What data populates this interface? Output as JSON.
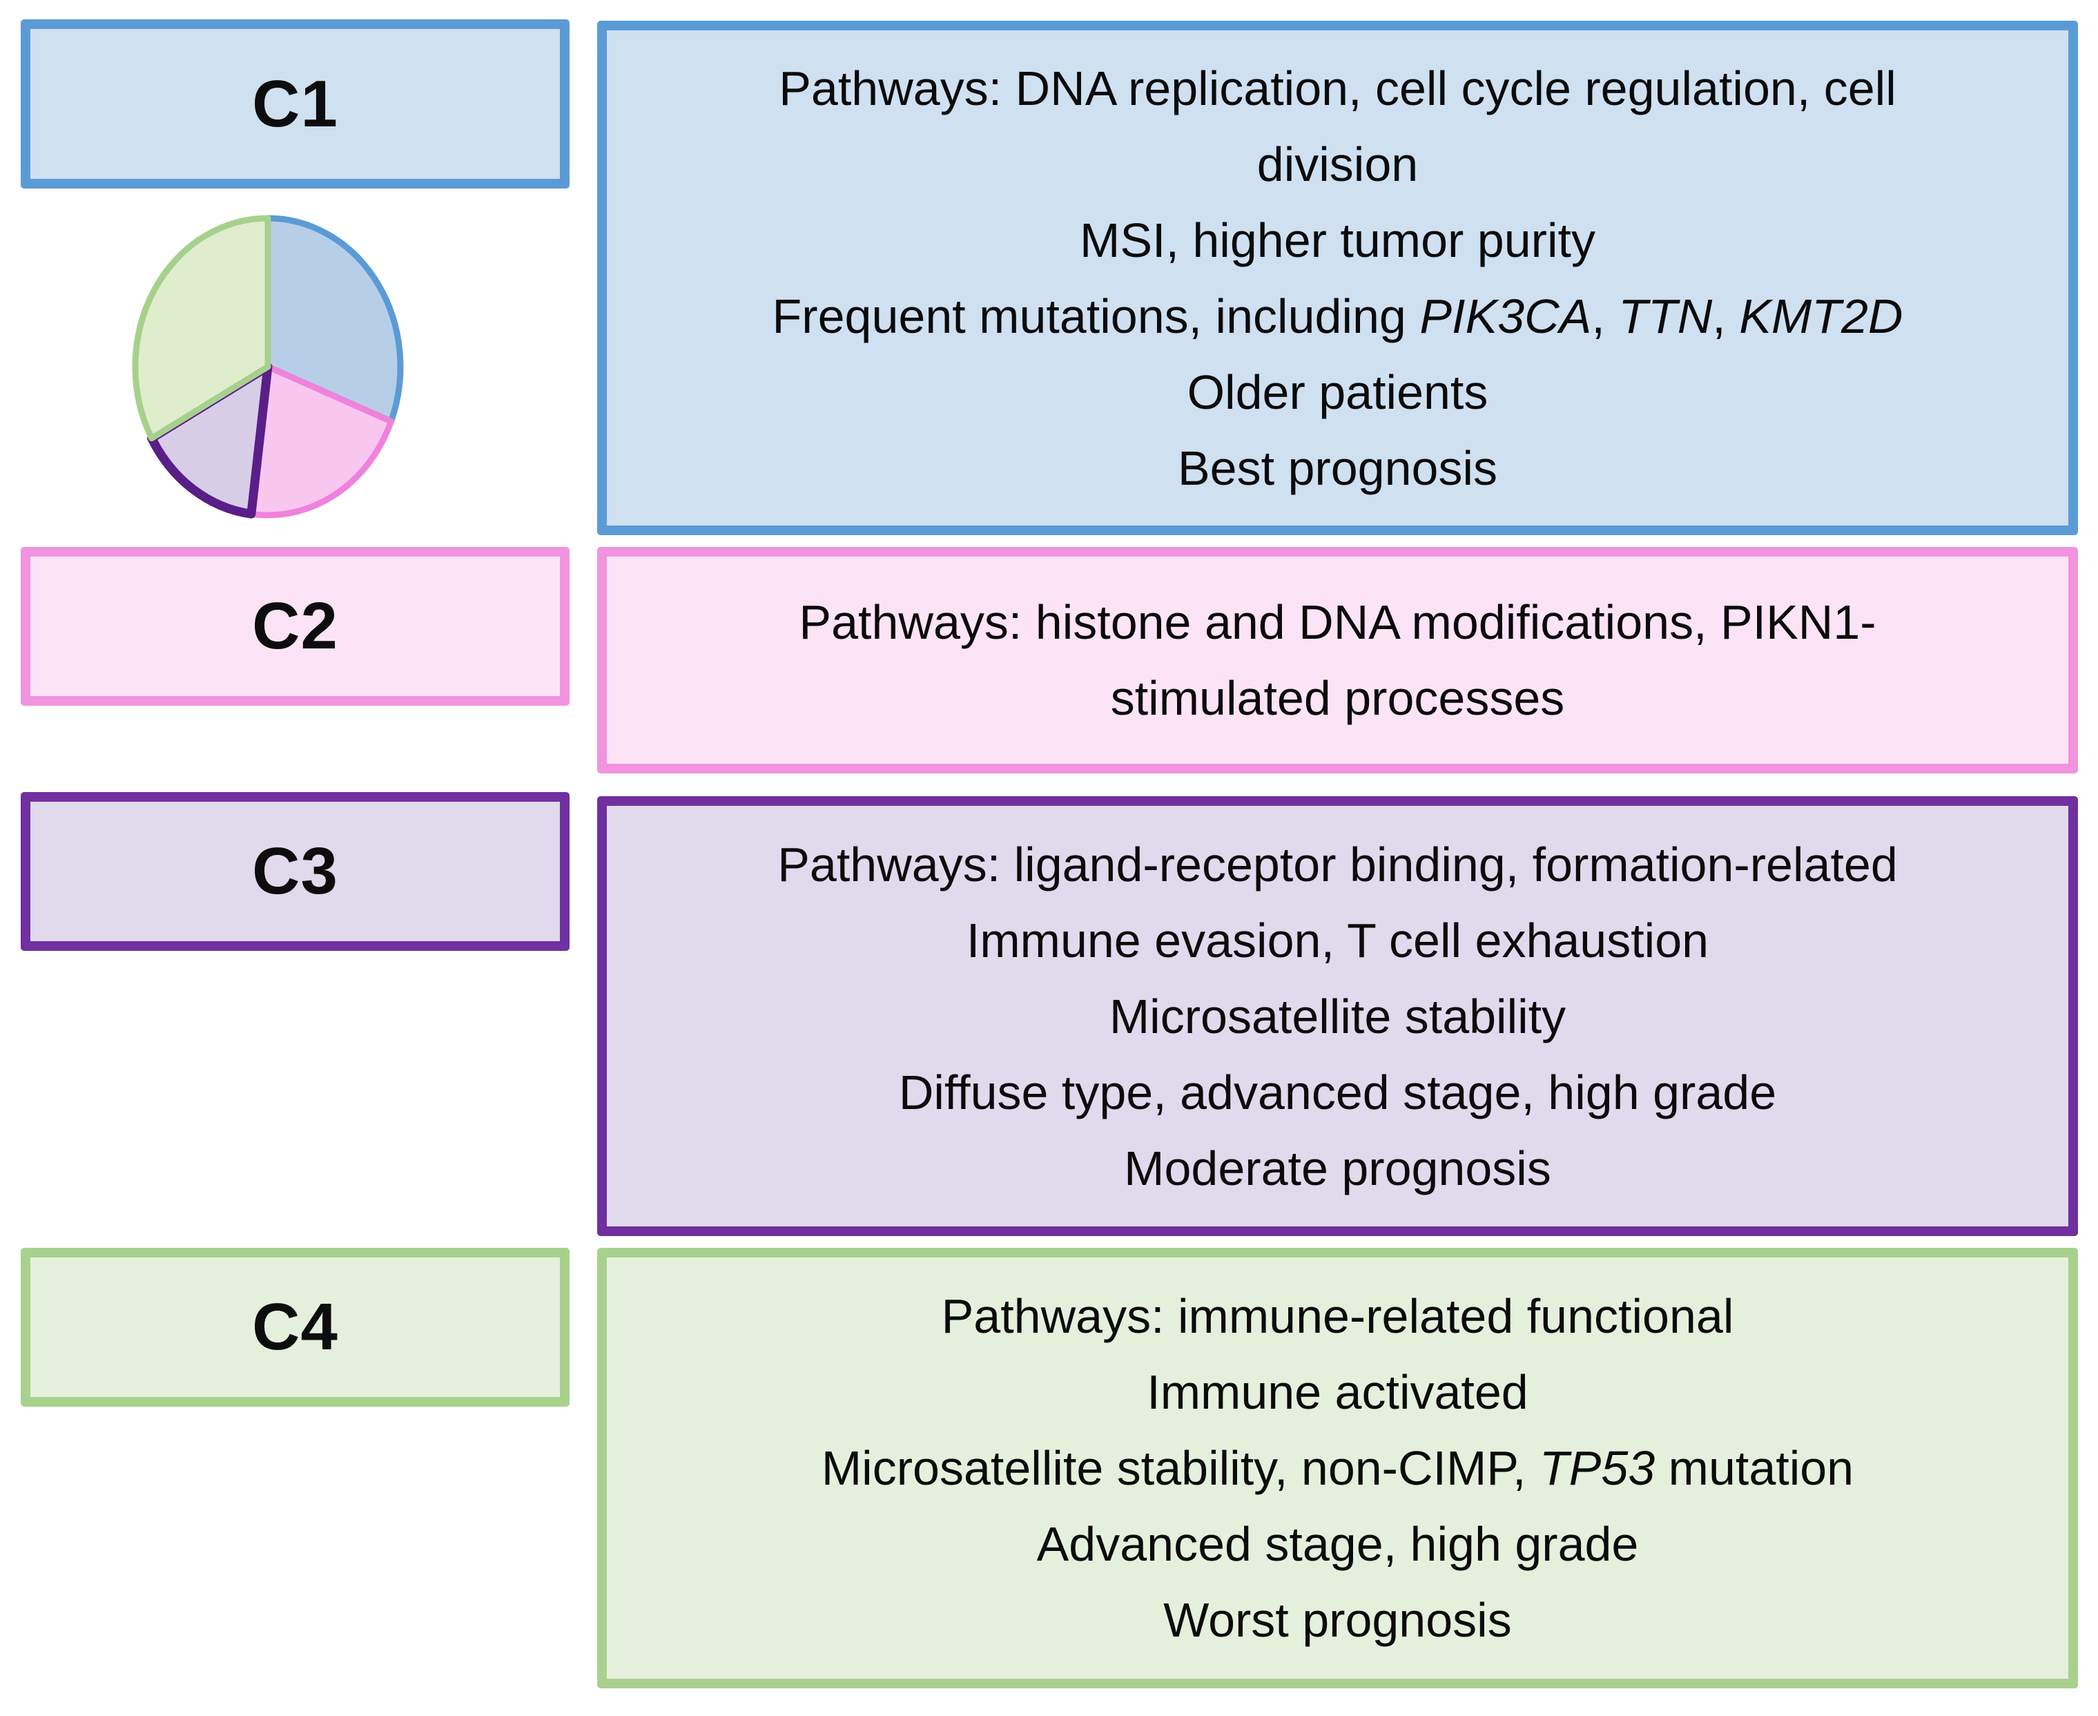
{
  "figure": {
    "kind": "gastric-cancer molecular cluster summary figure",
    "background": "#ffffff",
    "text_color": "#0b0b0b"
  },
  "clusters": [
    {
      "label": "C1",
      "box_fill": "#cfe0f1",
      "box_border": "#5b9bd5",
      "description_lines": [
        [
          {
            "t": "Pathways: DNA replication, cell cycle regulation, cell"
          }
        ],
        [
          {
            "t": "division"
          }
        ],
        [
          {
            "t": "MSI, higher tumor purity"
          }
        ],
        [
          {
            "t": "Frequent mutations, including "
          },
          {
            "t": "PIK3CA",
            "i": true
          },
          {
            "t": ", "
          },
          {
            "t": "TTN",
            "i": true
          },
          {
            "t": ", "
          },
          {
            "t": "KMT2D",
            "i": true
          }
        ],
        [
          {
            "t": "Older patients"
          }
        ],
        [
          {
            "t": "Best prognosis"
          }
        ]
      ]
    },
    {
      "label": "C2",
      "box_fill": "#fce4f6",
      "box_border": "#f193de",
      "description_lines": [
        [
          {
            "t": "Pathways: histone and DNA modifications, PIKN1-"
          }
        ],
        [
          {
            "t": "stimulated processes"
          }
        ]
      ]
    },
    {
      "label": "C3",
      "box_fill": "#e1d9ec",
      "box_border": "#7030a0",
      "description_lines": [
        [
          {
            "t": "Pathways: ligand-receptor binding, formation-related"
          }
        ],
        [
          {
            "t": "Immune evasion, T cell exhaustion"
          }
        ],
        [
          {
            "t": "Microsatellite stability"
          }
        ],
        [
          {
            "t": "Diffuse type, advanced stage, high grade"
          }
        ],
        [
          {
            "t": "Moderate prognosis"
          }
        ]
      ]
    },
    {
      "label": "C4",
      "box_fill": "#e5f0dc",
      "box_border": "#a9d18e",
      "description_lines": [
        [
          {
            "t": "Pathways: immune-related functional"
          }
        ],
        [
          {
            "t": "Immune activated"
          }
        ],
        [
          {
            "t": "Microsatellite stability, non-CIMP, "
          },
          {
            "t": "TP53",
            "i": true
          },
          {
            "t": " mutation"
          }
        ],
        [
          {
            "t": "Advanced stage, high grade"
          }
        ],
        [
          {
            "t": "Worst prognosis"
          }
        ]
      ]
    }
  ],
  "chart_data": {
    "type": "pie",
    "title": "",
    "categories": [
      "C1",
      "C2",
      "C3",
      "C4"
    ],
    "values": [
      31,
      21,
      15,
      33
    ],
    "value_unit": "percent, estimated from slice angles (no labels shown)",
    "start_angle": "12 o'clock",
    "direction": "clockwise",
    "legend_position": "none",
    "slices": [
      {
        "name": "C1",
        "value": 31,
        "fill": "#b7cee8",
        "stroke": "#5b9bd5",
        "stroke_width": 9
      },
      {
        "name": "C2",
        "value": 21,
        "fill": "#f9c6f0",
        "stroke": "#ef82dc",
        "stroke_width": 9
      },
      {
        "name": "C3",
        "value": 15,
        "fill": "#d8cde6",
        "stroke": "#5a1e88",
        "stroke_width": 13
      },
      {
        "name": "C4",
        "value": 33,
        "fill": "#e0edcd",
        "stroke": "#a6d18c",
        "stroke_width": 9
      }
    ]
  }
}
